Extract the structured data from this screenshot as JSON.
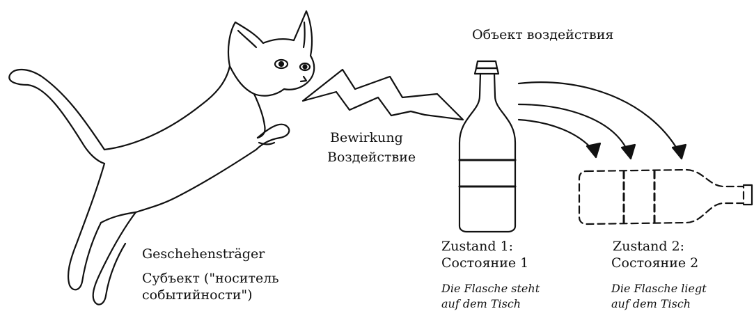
{
  "labels": {
    "object": "Объект воздействия",
    "causation_de": "Bewirkung",
    "causation_ru": "Воздействие",
    "subject_de": "Geschehensträger",
    "subject_ru_1": "Субъект (\"носитель",
    "subject_ru_2": "событийности\")",
    "state1_de": "Zustand 1:",
    "state1_ru": "Состояние 1",
    "state1_desc_1": "Die Flasche steht",
    "state1_desc_2": "auf dem Tisch",
    "state2_de": "Zustand 2:",
    "state2_ru": "Состояние 2",
    "state2_desc_1": "Die Flasche liegt",
    "state2_desc_2": "auf dem Tisch"
  },
  "icons": [
    "cat-illustration",
    "lightning-bolt-icon",
    "upright-bottle-icon",
    "fallen-bottle-icon",
    "curved-arrow-icon"
  ],
  "colors": {
    "ink": "#111111",
    "background": "#ffffff"
  }
}
